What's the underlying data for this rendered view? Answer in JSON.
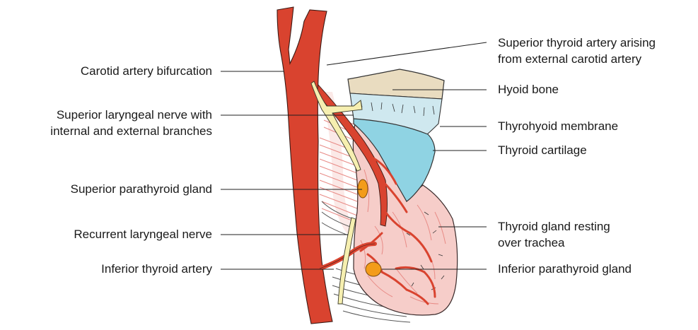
{
  "labels_left": {
    "carotid": "Carotid artery bifurcation",
    "sln_line1": "Superior laryngeal nerve with",
    "sln_line2": "internal and external branches",
    "sup_parathyroid": "Superior parathyroid gland",
    "rln": "Recurrent laryngeal nerve",
    "inf_thyroid_artery": "Inferior thyroid artery"
  },
  "labels_right": {
    "sta_line1": "Superior thyroid artery arising",
    "sta_line2": "from external carotid artery",
    "hyoid": "Hyoid bone",
    "thyrohyoid": "Thyrohyoid membrane",
    "thyroid_cartilage": "Thyroid cartilage",
    "gland_line1": "Thyroid gland resting",
    "gland_line2": "over trachea",
    "inf_parathyroid": "Inferior parathyroid gland"
  },
  "colors": {
    "artery": "#d9432f",
    "nerve": "#f6efb0",
    "hyoid_bone": "#e9dcc0",
    "membrane": "#cfe8ef",
    "cartilage": "#8fd3e3",
    "gland": "#f6cdc9",
    "parathyroid": "#f39c1a",
    "muscle_lines": "#e88b86"
  }
}
